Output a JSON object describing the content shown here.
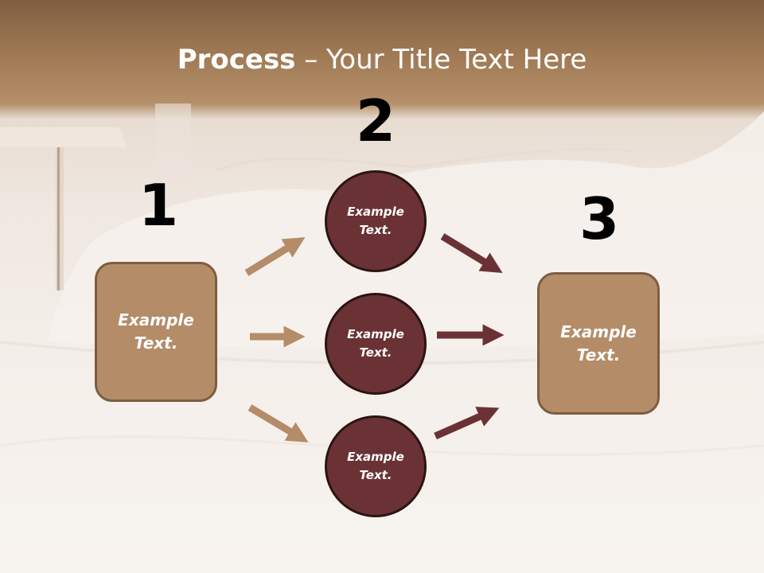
{
  "slide": {
    "title_bold": "Process",
    "title_rest": " – Your Title Text Here",
    "step_numbers": [
      "1",
      "2",
      "3"
    ],
    "box_left": "Example Text.",
    "box_right": "Example Text.",
    "circles": [
      "Example Text.",
      "Example Text.",
      "Example Text."
    ]
  },
  "colors": {
    "box_fill": "#b48c68",
    "box_border": "#7d5d40",
    "circle_fill": "#6b3235",
    "circle_border": "#2b1414",
    "tan_arrow": "#b48c68",
    "maroon_arrow": "#6b3235"
  }
}
